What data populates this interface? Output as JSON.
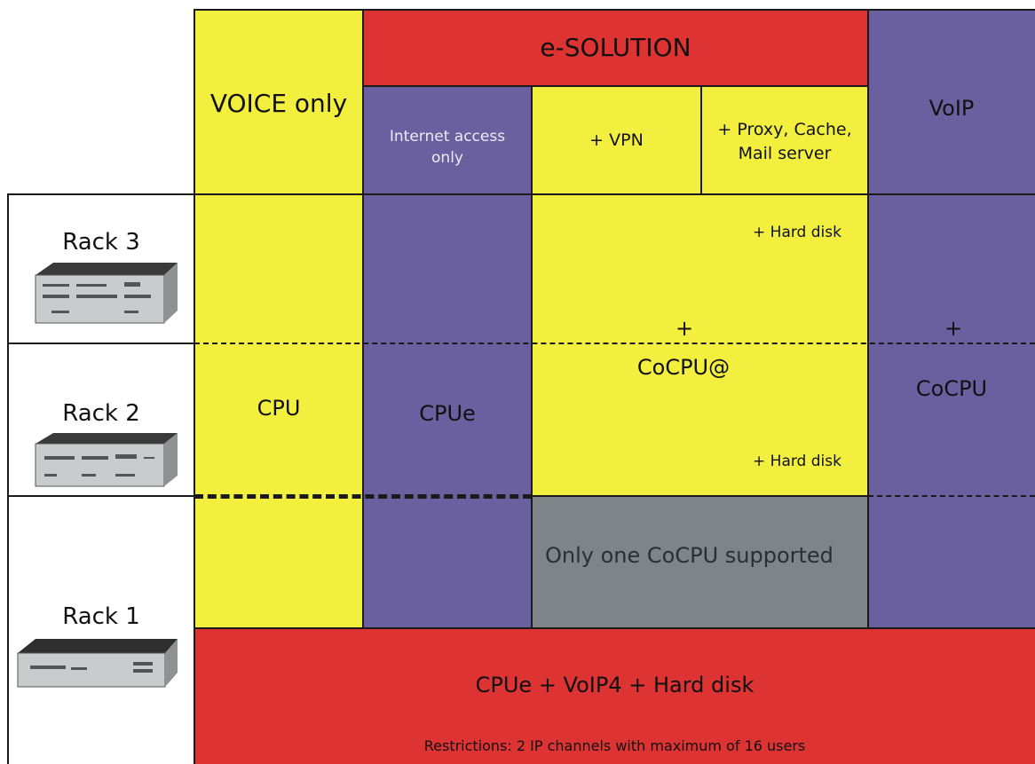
{
  "header": {
    "voice_only": "VOICE only",
    "e_solution": "e-SOLUTION",
    "internet_access_only": "Internet access only",
    "vpn": "+ VPN",
    "proxy_cache_mail": "+ Proxy, Cache, Mail server",
    "voip": "VoIP"
  },
  "racks": [
    {
      "label": "Rack 3"
    },
    {
      "label": "Rack 2"
    },
    {
      "label": "Rack 1"
    }
  ],
  "body": {
    "hard_disk_top": "+ Hard disk",
    "plus_center": "+",
    "cocpu_at": "CoCPU@",
    "hard_disk_bottom": "+ Hard disk",
    "plus_right": "+",
    "cocpu": "CoCPU",
    "cpu": "CPU",
    "cpue": "CPUe",
    "only_one_cocpu": "Only one CoCPU supported"
  },
  "footer": {
    "main": "CPUe + VoIP4 + Hard disk",
    "restrictions": "Restrictions: 2 IP channels with maximum of 16 users"
  },
  "colors": {
    "yellow": "#f2ef3f",
    "purple": "#6b609f",
    "red": "#dd3333",
    "gray": "#7e8487"
  }
}
